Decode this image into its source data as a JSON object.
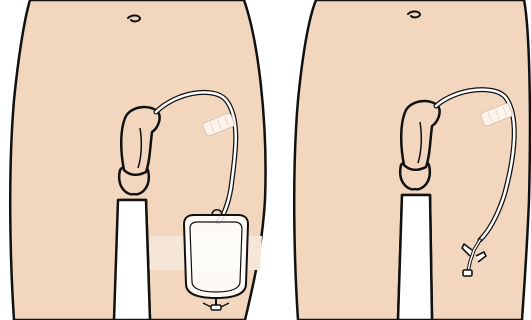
{
  "figure": {
    "panels": [
      {
        "id": "left",
        "depicts": [
          "torso",
          "navel",
          "penis",
          "scrotum",
          "catheter-tube",
          "adhesive-tape",
          "thigh-strap",
          "drainage-bag"
        ]
      },
      {
        "id": "right",
        "depicts": [
          "torso",
          "navel",
          "penis",
          "scrotum",
          "catheter-tube",
          "adhesive-tape",
          "catheter-valve"
        ]
      }
    ],
    "colors": {
      "skin": "#F2D6BE",
      "skin_outline": "#111111",
      "tube": "#FFFFFF",
      "tape": "#FFF4EC",
      "bag": "#FFFFFF",
      "strap": "#F6E6D8",
      "background": "#FFFFFF"
    }
  }
}
